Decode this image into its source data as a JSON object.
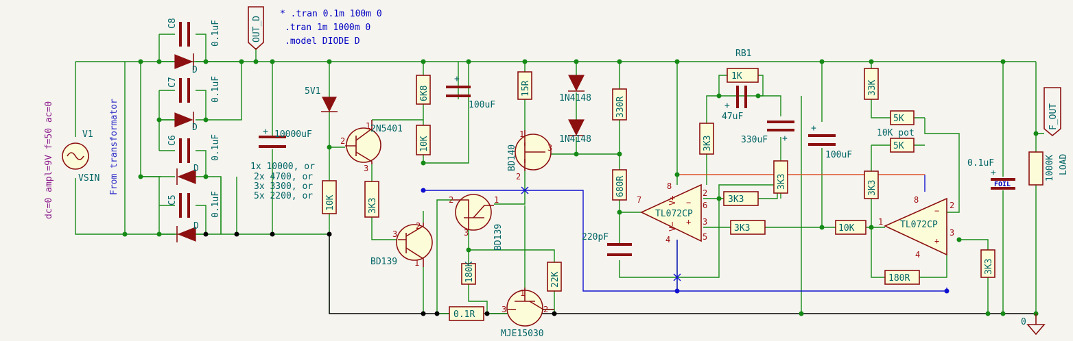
{
  "spice": [
    "* .tran 0.1m 100m 0",
    ".tran 1m 1000m 0",
    ".model DIODE D"
  ],
  "labels": {
    "out_d": "OUT_D",
    "f_out": "F_OUT",
    "rb1": "RB1",
    "from_transformer": "From transformator",
    "vsin_params": "dc=0 ampl=9V f=50 ac=0",
    "gnd": "0"
  },
  "source": {
    "ref": "V1",
    "value": "VSIN"
  },
  "caps_dbl": [
    {
      "ref": "C8",
      "value": "0.1uF"
    },
    {
      "ref": "C7",
      "value": "0.1uF"
    },
    {
      "ref": "C6",
      "value": "0.1uF"
    },
    {
      "ref": "C5",
      "value": "0.1uF"
    }
  ],
  "diode_letter": "D",
  "main_cap": {
    "value": "10000uF",
    "note": [
      "1x 10000, or",
      "2x 4700, or",
      "3x 3300, or",
      "5x 2200, or"
    ]
  },
  "zener": {
    "value": "5V1"
  },
  "resistors": {
    "r_10k_left": "10K",
    "r_3k3_a": "3K3",
    "r_6k8": "6K8",
    "r_10k_b": "10K",
    "r_15r": "15R",
    "r_330r": "330R",
    "r_680r": "680R",
    "r_180k": "180K",
    "r_22k": "22K",
    "r_01r": "0.1R",
    "r_1k": "1K",
    "r_3k3_b": "3K3",
    "r_3k3_c": "3K3",
    "r_3k3_d": "3K3",
    "r_3k3_e": "3K3",
    "r_33k": "33K",
    "r_5k_a": "5K",
    "r_5k_b": "5K",
    "pot_label": "10K pot",
    "r_3k3_f": "3K3",
    "r_10k_c": "10K",
    "r_180r": "180R",
    "r_3k3_g": "3K3",
    "r_1000k": "1000K",
    "load": "LOAD"
  },
  "capacitors": {
    "c_100uf_a": "100uF",
    "c_47uf": "47uF",
    "c_330uf": "330uF",
    "c_100uf_b": "100uF",
    "c_220pf": "220pF",
    "c_01uf": "0.1uF",
    "c_foil": "FOIL"
  },
  "transistors": {
    "q_2n5401": "2N5401",
    "q_bd139_a": "BD139",
    "q_bd140": "BD140",
    "q_bd139_b": "BD139",
    "q_mje": "MJE15030"
  },
  "diodes": {
    "d1": "1N4148",
    "d2": "1N4148"
  },
  "opamps": {
    "u1": "TL072CP",
    "u2": "TL072CP"
  },
  "pins": {
    "p1": "1",
    "p2": "2",
    "p3": "3",
    "p4": "4",
    "p5": "5",
    "p6": "6",
    "p7": "7",
    "p8": "8",
    "minus": "−",
    "plus": "+",
    "vp": "V+",
    "vm": "V−"
  },
  "colors": {
    "wire": "#168a16",
    "symbol": "#8c1010",
    "fill": "#fdfcd8",
    "bus": "#1010d0",
    "text": "#006464"
  }
}
